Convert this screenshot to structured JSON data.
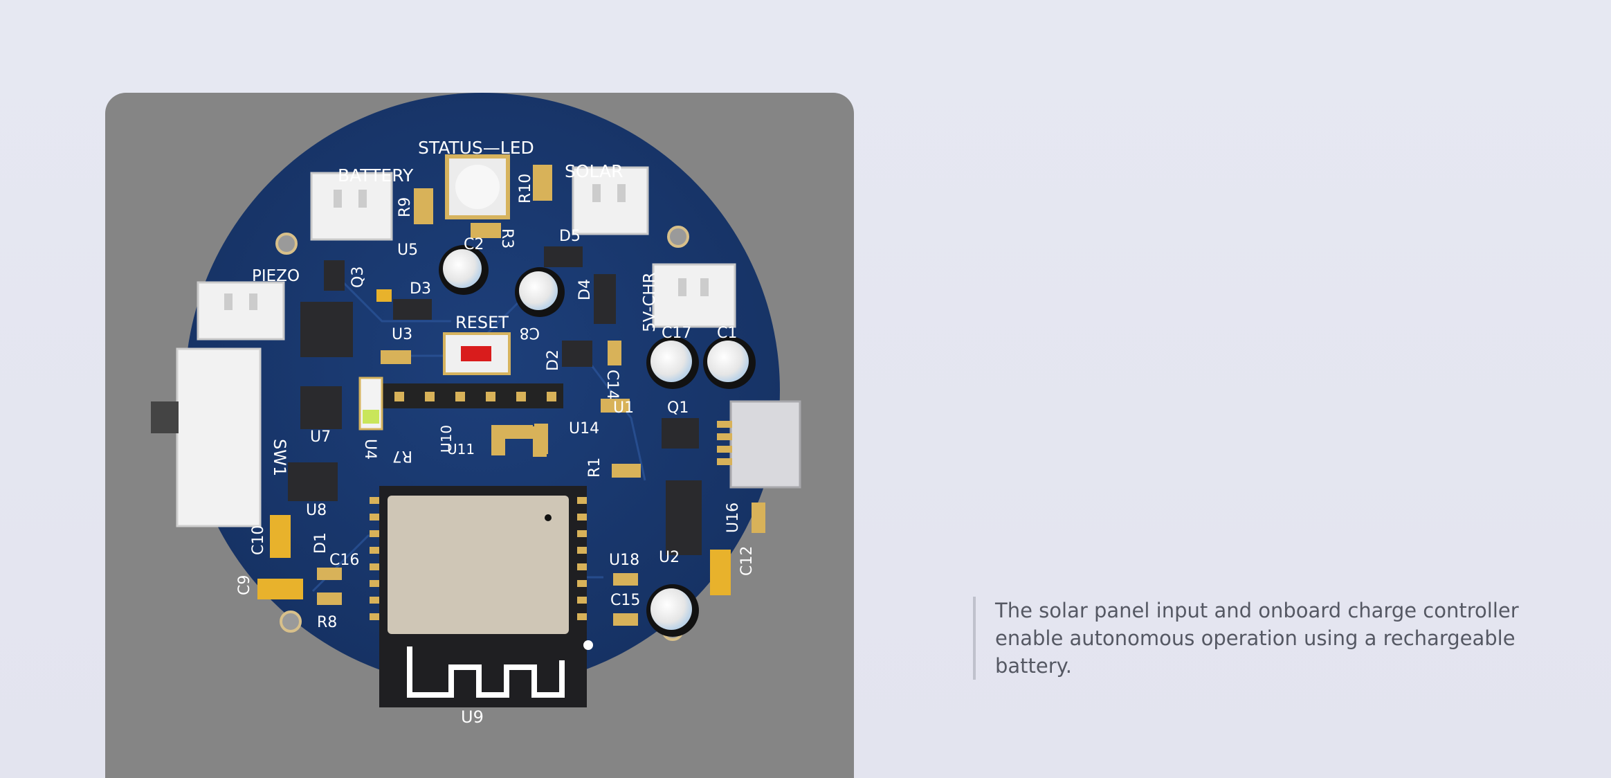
{
  "caption": {
    "text": "The solar panel input and onboard charge controller enable autonomous operation using a rechargeable battery."
  },
  "board": {
    "labels": {
      "status_led": "STATUS—LED",
      "battery": "BATTERY",
      "solar": "SOLAR",
      "piezo": "PIEZO",
      "reset": "RESET",
      "chr": "5V-CHR",
      "sw1": "SW1",
      "u9": "U9",
      "u1": "U1",
      "u2": "U2",
      "u3": "U3",
      "u4": "U4",
      "u5": "U5",
      "u7": "U7",
      "u8": "U8",
      "u10": "U10",
      "u11": "U11",
      "u14": "U14",
      "u16": "U16",
      "u18": "U18",
      "q1": "Q1",
      "q3": "Q3",
      "r1": "R1",
      "r3": "R3",
      "r7": "R7",
      "r8": "R8",
      "r9": "R9",
      "r10": "R10",
      "d1": "D1",
      "d2": "D2",
      "d3": "D3",
      "d4": "D4",
      "d5": "D5",
      "c1": "C1",
      "c2": "C2",
      "c8": "C8",
      "c9": "C9",
      "c10": "C10",
      "c12": "C12",
      "c14": "C14",
      "c15": "C15",
      "c16": "C16",
      "c17": "C17"
    }
  }
}
